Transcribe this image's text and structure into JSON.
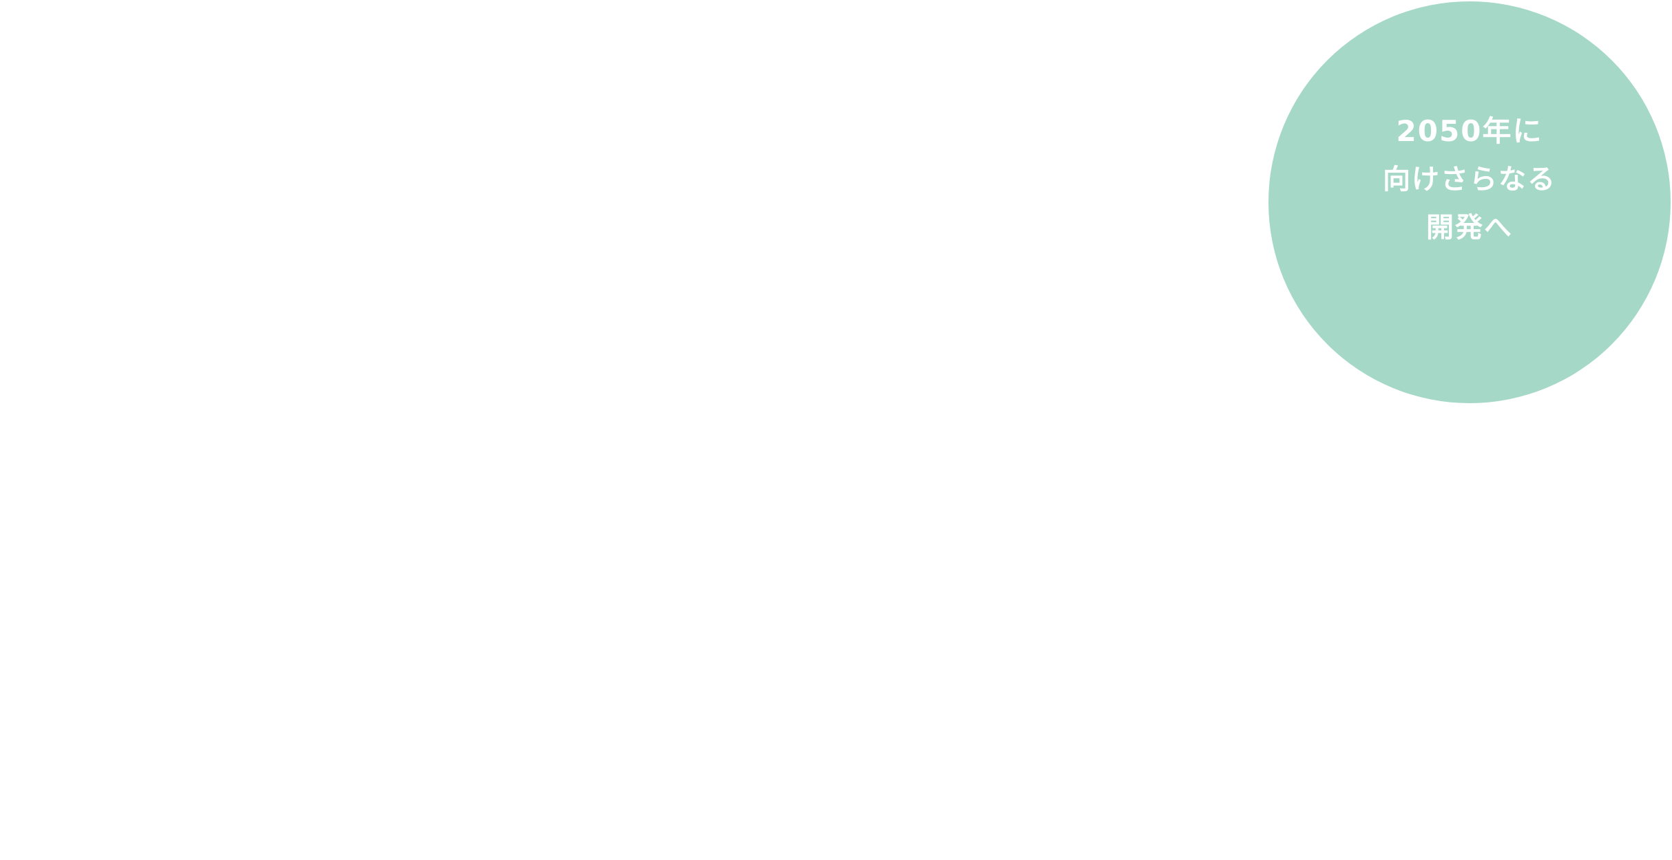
{
  "badge": {
    "lines": [
      "2050年に",
      "向けさらなる",
      "開発へ"
    ],
    "background_color": "#a5d8c7",
    "text_color": "#ffffff"
  }
}
